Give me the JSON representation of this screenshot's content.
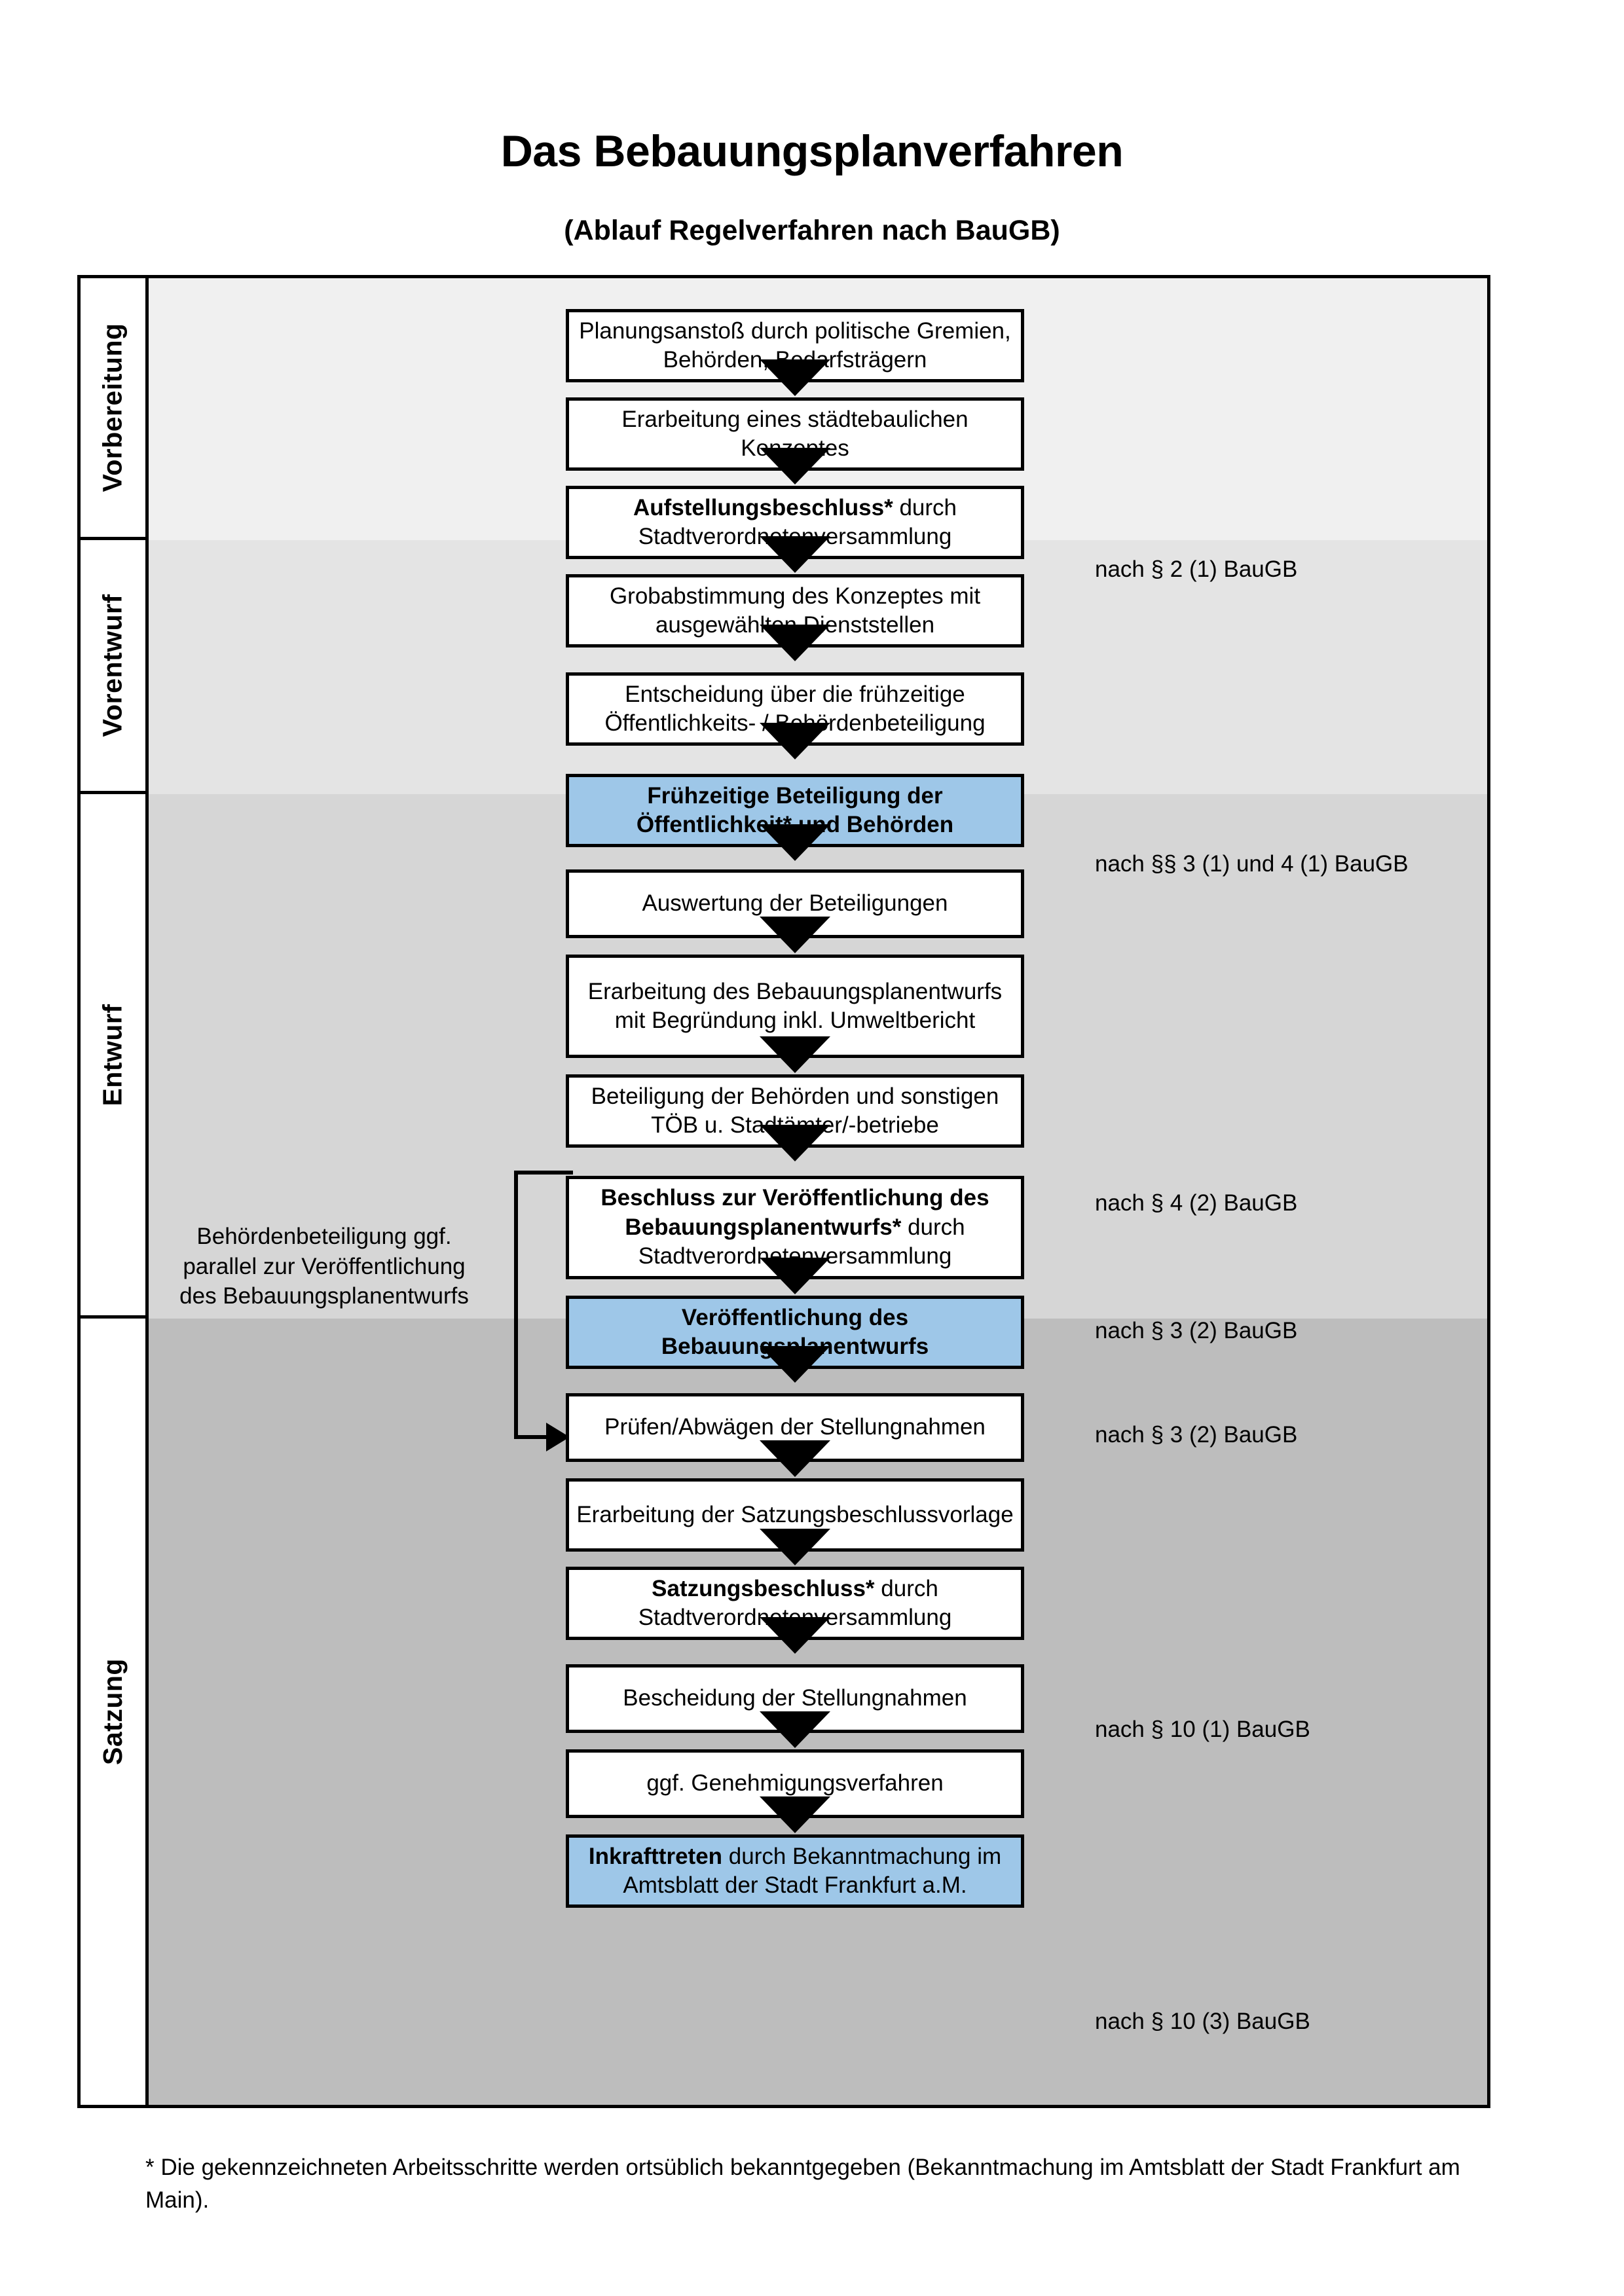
{
  "header": {
    "title": "Das Bebauungsplanverfahren",
    "subtitle": "(Ablauf Regelverfahren nach BauGB)"
  },
  "phases": [
    {
      "id": "vorbereitung",
      "label": "Vorbereitung",
      "band_color": "#f0f0f0"
    },
    {
      "id": "vorentwurf",
      "label": "Vorentwurf",
      "band_color": "#e4e4e4"
    },
    {
      "id": "entwurf",
      "label": "Entwurf",
      "band_color": "#d6d6d6"
    },
    {
      "id": "satzung",
      "label": "Satzung",
      "band_color": "#bdbdbd"
    }
  ],
  "steps": [
    {
      "id": "planungsanstoss",
      "phase": "vorbereitung",
      "bold": "",
      "text": "Planungsanstoß durch politische Gremien, Behörden, Bedarfsträgern",
      "highlight": false
    },
    {
      "id": "staedtebauliches-konzept",
      "phase": "vorbereitung",
      "bold": "",
      "text": "Erarbeitung eines städtebaulichen Konzeptes",
      "highlight": false
    },
    {
      "id": "aufstellungsbeschluss",
      "phase": "vorbereitung",
      "bold": "Aufstellungsbeschluss*",
      "text": " durch Stadtverordnetenversammlung",
      "highlight": false
    },
    {
      "id": "grobabstimmung",
      "phase": "vorentwurf",
      "bold": "",
      "text": "Grobabstimmung des Konzeptes mit ausgewählten Dienststellen",
      "highlight": false
    },
    {
      "id": "entscheidung-fruehzeitig",
      "phase": "vorentwurf",
      "bold": "",
      "text": "Entscheidung über die frühzeitige Öffentlichkeits- / Behördenbeteiligung",
      "highlight": false
    },
    {
      "id": "fruehzeitige-beteiligung",
      "phase": "vorentwurf",
      "bold": "Frühzeitige Beteiligung der Öffentlichkeit* und Behörden",
      "text": "",
      "highlight": true
    },
    {
      "id": "auswertung-beteiligungen",
      "phase": "entwurf",
      "bold": "",
      "text": "Auswertung der Beteiligungen",
      "highlight": false
    },
    {
      "id": "erarbeitung-entwurf",
      "phase": "entwurf",
      "bold": "",
      "text": "Erarbeitung des Bebauungsplanentwurfs mit Begründung inkl. Umweltbericht",
      "highlight": false
    },
    {
      "id": "beteiligung-behoerden",
      "phase": "entwurf",
      "bold": "",
      "text": "Beteiligung der Behörden und sonstigen TÖB u. Stadtämter/-betriebe",
      "highlight": false
    },
    {
      "id": "beschluss-veroeffentlichung",
      "phase": "entwurf",
      "bold": "Beschluss zur Veröffentlichung des Bebauungsplanentwurfs*",
      "text": " durch Stadtverordnetenversammlung",
      "highlight": false
    },
    {
      "id": "veroeffentlichung-entwurf",
      "phase": "entwurf",
      "bold": "Veröffentlichung des Bebauungsplanentwurfs",
      "text": "",
      "highlight": true
    },
    {
      "id": "pruefen-abwaegen",
      "phase": "satzung",
      "bold": "",
      "text": "Prüfen/Abwägen der Stellungnahmen",
      "highlight": false
    },
    {
      "id": "satzungsbeschlussvorlage",
      "phase": "satzung",
      "bold": "",
      "text": "Erarbeitung der Satzungsbeschlussvorlage",
      "highlight": false
    },
    {
      "id": "satzungsbeschluss",
      "phase": "satzung",
      "bold": "Satzungsbeschluss*",
      "text": " durch Stadtverordnetenversammlung",
      "highlight": false
    },
    {
      "id": "bescheidung-stellungnahmen",
      "phase": "satzung",
      "bold": "",
      "text": "Bescheidung der Stellungnahmen",
      "highlight": false
    },
    {
      "id": "genehmigungsverfahren",
      "phase": "satzung",
      "bold": "",
      "text": "ggf. Genehmigungsverfahren",
      "highlight": false
    },
    {
      "id": "inkrafttreten",
      "phase": "satzung",
      "bold": "Inkrafttreten",
      "text": " durch Bekanntmachung im Amtsblatt der Stadt Frankfurt a.M.",
      "highlight": true
    }
  ],
  "legal_notes": [
    {
      "id": "note-par2",
      "text": "nach § 2 (1) BauGB"
    },
    {
      "id": "note-par3-4",
      "text": "nach §§ 3 (1) und 4 (1) BauGB"
    },
    {
      "id": "note-par4-2",
      "text": "nach § 4 (2) BauGB"
    },
    {
      "id": "note-par3-2a",
      "text": "nach § 3 (2) BauGB"
    },
    {
      "id": "note-par3-2b",
      "text": "nach § 3 (2) BauGB"
    },
    {
      "id": "note-par10-1",
      "text": "nach § 10 (1) BauGB"
    },
    {
      "id": "note-par10-3",
      "text": "nach § 10 (3) BauGB"
    }
  ],
  "side_note": {
    "text": "Behördenbeteiligung ggf. parallel zur Veröffentlichung des Bebauungsplanentwurfs"
  },
  "footnote": {
    "text": "* Die gekennzeichneten Arbeitsschritte werden ortsüblich bekanntgegeben (Bekanntmachung im Amtsblatt  der Stadt Frankfurt am Main)."
  },
  "colors": {
    "highlight_blue": "#9ec7e8",
    "border_black": "#000000",
    "page_background": "#ffffff"
  }
}
